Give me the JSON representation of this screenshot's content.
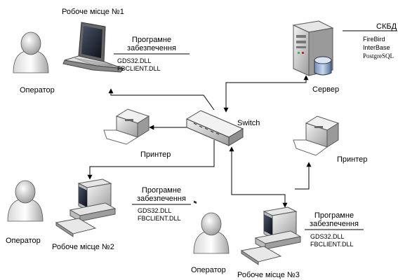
{
  "workstations": [
    {
      "title": "Робоче місце №1",
      "operator": "Оператор",
      "software_title": "Програмне забезпечення",
      "software_line1": "Програмне",
      "software_line2": "забезпечення",
      "libraries": [
        "GDS32.DLL",
        "FBCLIENT.DLL"
      ]
    },
    {
      "title": "Робоче місце №2",
      "operator": "Оператор",
      "software_line1": "Програмне",
      "software_line2": "забезпечення",
      "libraries": [
        "GDS32.DLL",
        "FBCLIENT.DLL"
      ]
    },
    {
      "title": "Робоче місце №3",
      "operator": "Оператор",
      "software_line1": "Програмне",
      "software_line2": "забезпечення",
      "libraries": [
        "GDS32.DLL",
        "FBCLIENT.DLL"
      ]
    }
  ],
  "server": {
    "label": "Сервер",
    "dbms_title": "СКБД",
    "dbms": [
      "FireBird",
      "InterBase",
      "PostgreSQL"
    ]
  },
  "switch": {
    "label": "Switch"
  },
  "printers": [
    {
      "label": "Принтер"
    },
    {
      "label": "Принтер"
    }
  ]
}
